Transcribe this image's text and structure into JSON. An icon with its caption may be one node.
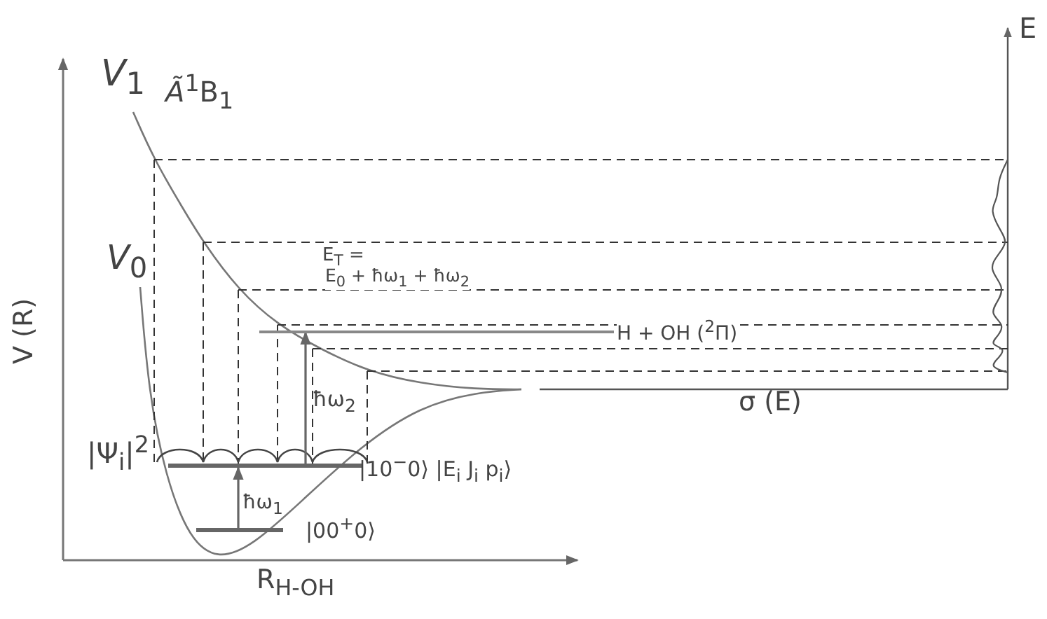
{
  "diagram": {
    "nodes": [
      {
        "text": [],
        "shape": "bar"
      },
      {
        "text": [],
        "shape": "bar"
      },
      {
        "text": [],
        "shape": "bar"
      }
    ],
    "edges": [
      {
        "from": 1,
        "to": 0,
        "arrow": "to"
      },
      {
        "from": 0,
        "to": 2,
        "arrow": "to"
      }
    ],
    "labels": [
      "E",
      "*V*$_{1}$",
      "*Ã*$^{1}$B$_{1}$",
      "*V*$_{0}$",
      "V (R)",
      "E$_{T}$ =",
      "E$_{0}$ + ħω$_{1}$ + ħω$_{2}$",
      "H + OH ($^{2}$Π)",
      "ħω$_{2}$",
      "|Ψ$_{i}$|$^{2}$",
      "|10$^{−}$0⟩ |E$_{i}$ J$_{i}$ p$_{i}$⟩",
      "ħω$_{1}$",
      "|00$^{+}$0⟩",
      "σ (E)",
      "R$_{H-OH}$"
    ]
  }
}
